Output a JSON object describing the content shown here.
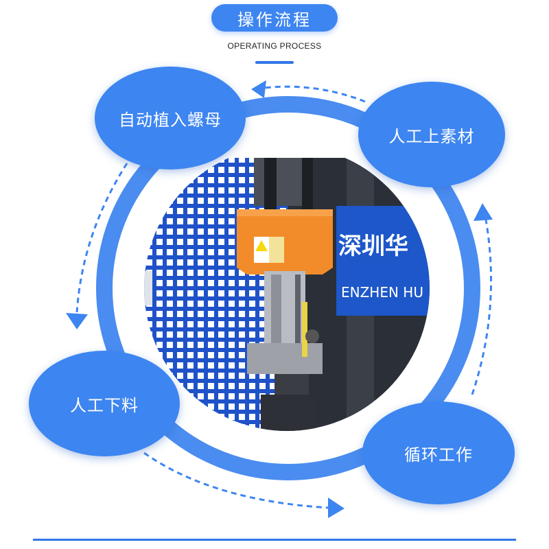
{
  "header": {
    "title": "操作流程",
    "subtitle": "OPERATING PROCESS"
  },
  "steps": [
    {
      "label": "自动植入螺母"
    },
    {
      "label": "人工上素材"
    },
    {
      "label": "循环工作"
    },
    {
      "label": "人工下料"
    }
  ],
  "machine_photo": {
    "brand_cn": "深圳华",
    "brand_en": "ENZHEN HU"
  },
  "colors": {
    "accent": "#3d85f0",
    "ring": "#4a8cf0",
    "frame": "#1a4fbf",
    "housing": "#f28c2b"
  }
}
